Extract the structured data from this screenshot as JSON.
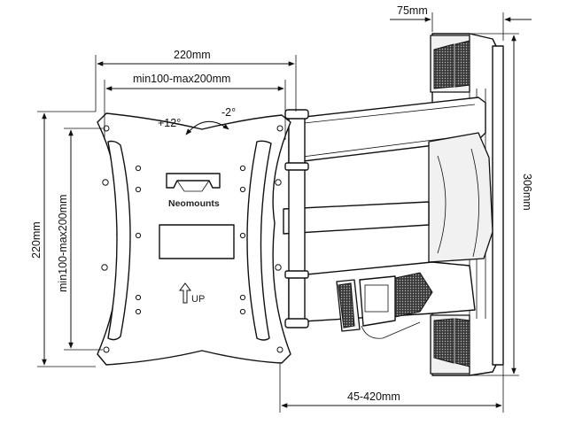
{
  "dimensions": {
    "arm_depth": "75mm",
    "plate_width": "220mm",
    "vesa_horizontal": "min100-max200mm",
    "plate_height": "220mm",
    "vesa_vertical": "min100-max200mm",
    "wall_plate_height": "306mm",
    "extension": "45-420mm"
  },
  "tilt": {
    "up": "+12°",
    "down": "-2°"
  },
  "plate": {
    "brand": "Neomounts",
    "up_label": "UP"
  }
}
